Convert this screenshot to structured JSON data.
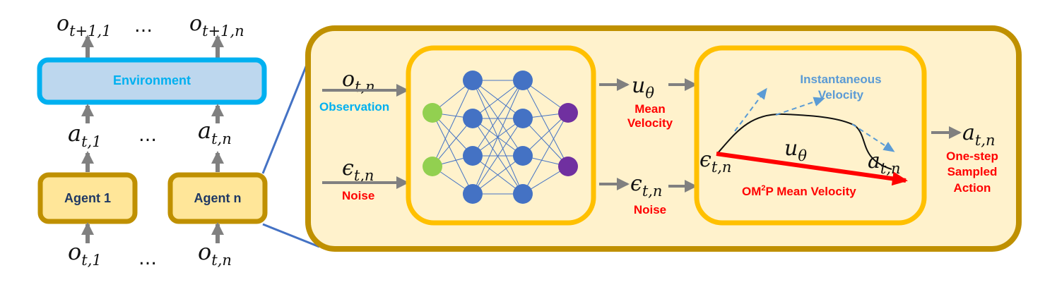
{
  "left_panel": {
    "top_obs_1": "o",
    "top_obs_1_sub": "t+1,1",
    "top_obs_n": "o",
    "top_obs_n_sub": "t+1,n",
    "ellipsis": "…",
    "environment_label": "Environment",
    "action_1": "a",
    "action_1_sub": "t,1",
    "action_n": "a",
    "action_n_sub": "t,n",
    "agent_1_label": "Agent 1",
    "agent_n_label": "Agent n",
    "bottom_obs_1": "o",
    "bottom_obs_1_sub": "t,1",
    "bottom_obs_n": "o",
    "bottom_obs_n_sub": "t,n"
  },
  "agent_detail": {
    "input_obs": "o",
    "input_obs_sub": "t,n",
    "input_obs_label": "Observation",
    "input_noise": "ϵ",
    "input_noise_sub": "t,n",
    "input_noise_label": "Noise",
    "out_u": "u",
    "out_u_sub": "θ",
    "out_u_label_1": "Mean",
    "out_u_label_2": "Velocity",
    "out_noise": "ϵ",
    "out_noise_sub": "t,n",
    "out_noise_label": "Noise",
    "inst_label_1": "Instantaneous",
    "inst_label_2": "Velocity",
    "curve_u": "u",
    "curve_u_sub": "θ",
    "eps_point": "ϵ",
    "eps_point_sub": "t,n",
    "a_point": "a",
    "a_point_sub": "t,n",
    "om2p_pre": "OM",
    "om2p_sup": "2",
    "om2p_post": "P Mean Velocity",
    "final_action": "a",
    "final_action_sub": "t,n",
    "final_label_1": "One-step",
    "final_label_2": "Sampled",
    "final_label_3": "Action"
  },
  "colors": {
    "env_fill": "#bdd7ee",
    "env_border": "#00b0f0",
    "env_text": "#00b0f0",
    "agent_fill": "#ffe699",
    "agent_border": "#bf9000",
    "agent_text": "#1f3864",
    "outer_fill": "#fff2cc",
    "outer_border": "#bf9000",
    "inner_border": "#ffc000",
    "arrow_gray": "#808080",
    "zoom_line": "#4472c4",
    "obs_blue": "#00b0f0",
    "red": "#ff0000",
    "inst_blue": "#5b9bd5",
    "node_green": "#92d050",
    "node_blue": "#4472c4",
    "node_purple": "#7030a0"
  }
}
